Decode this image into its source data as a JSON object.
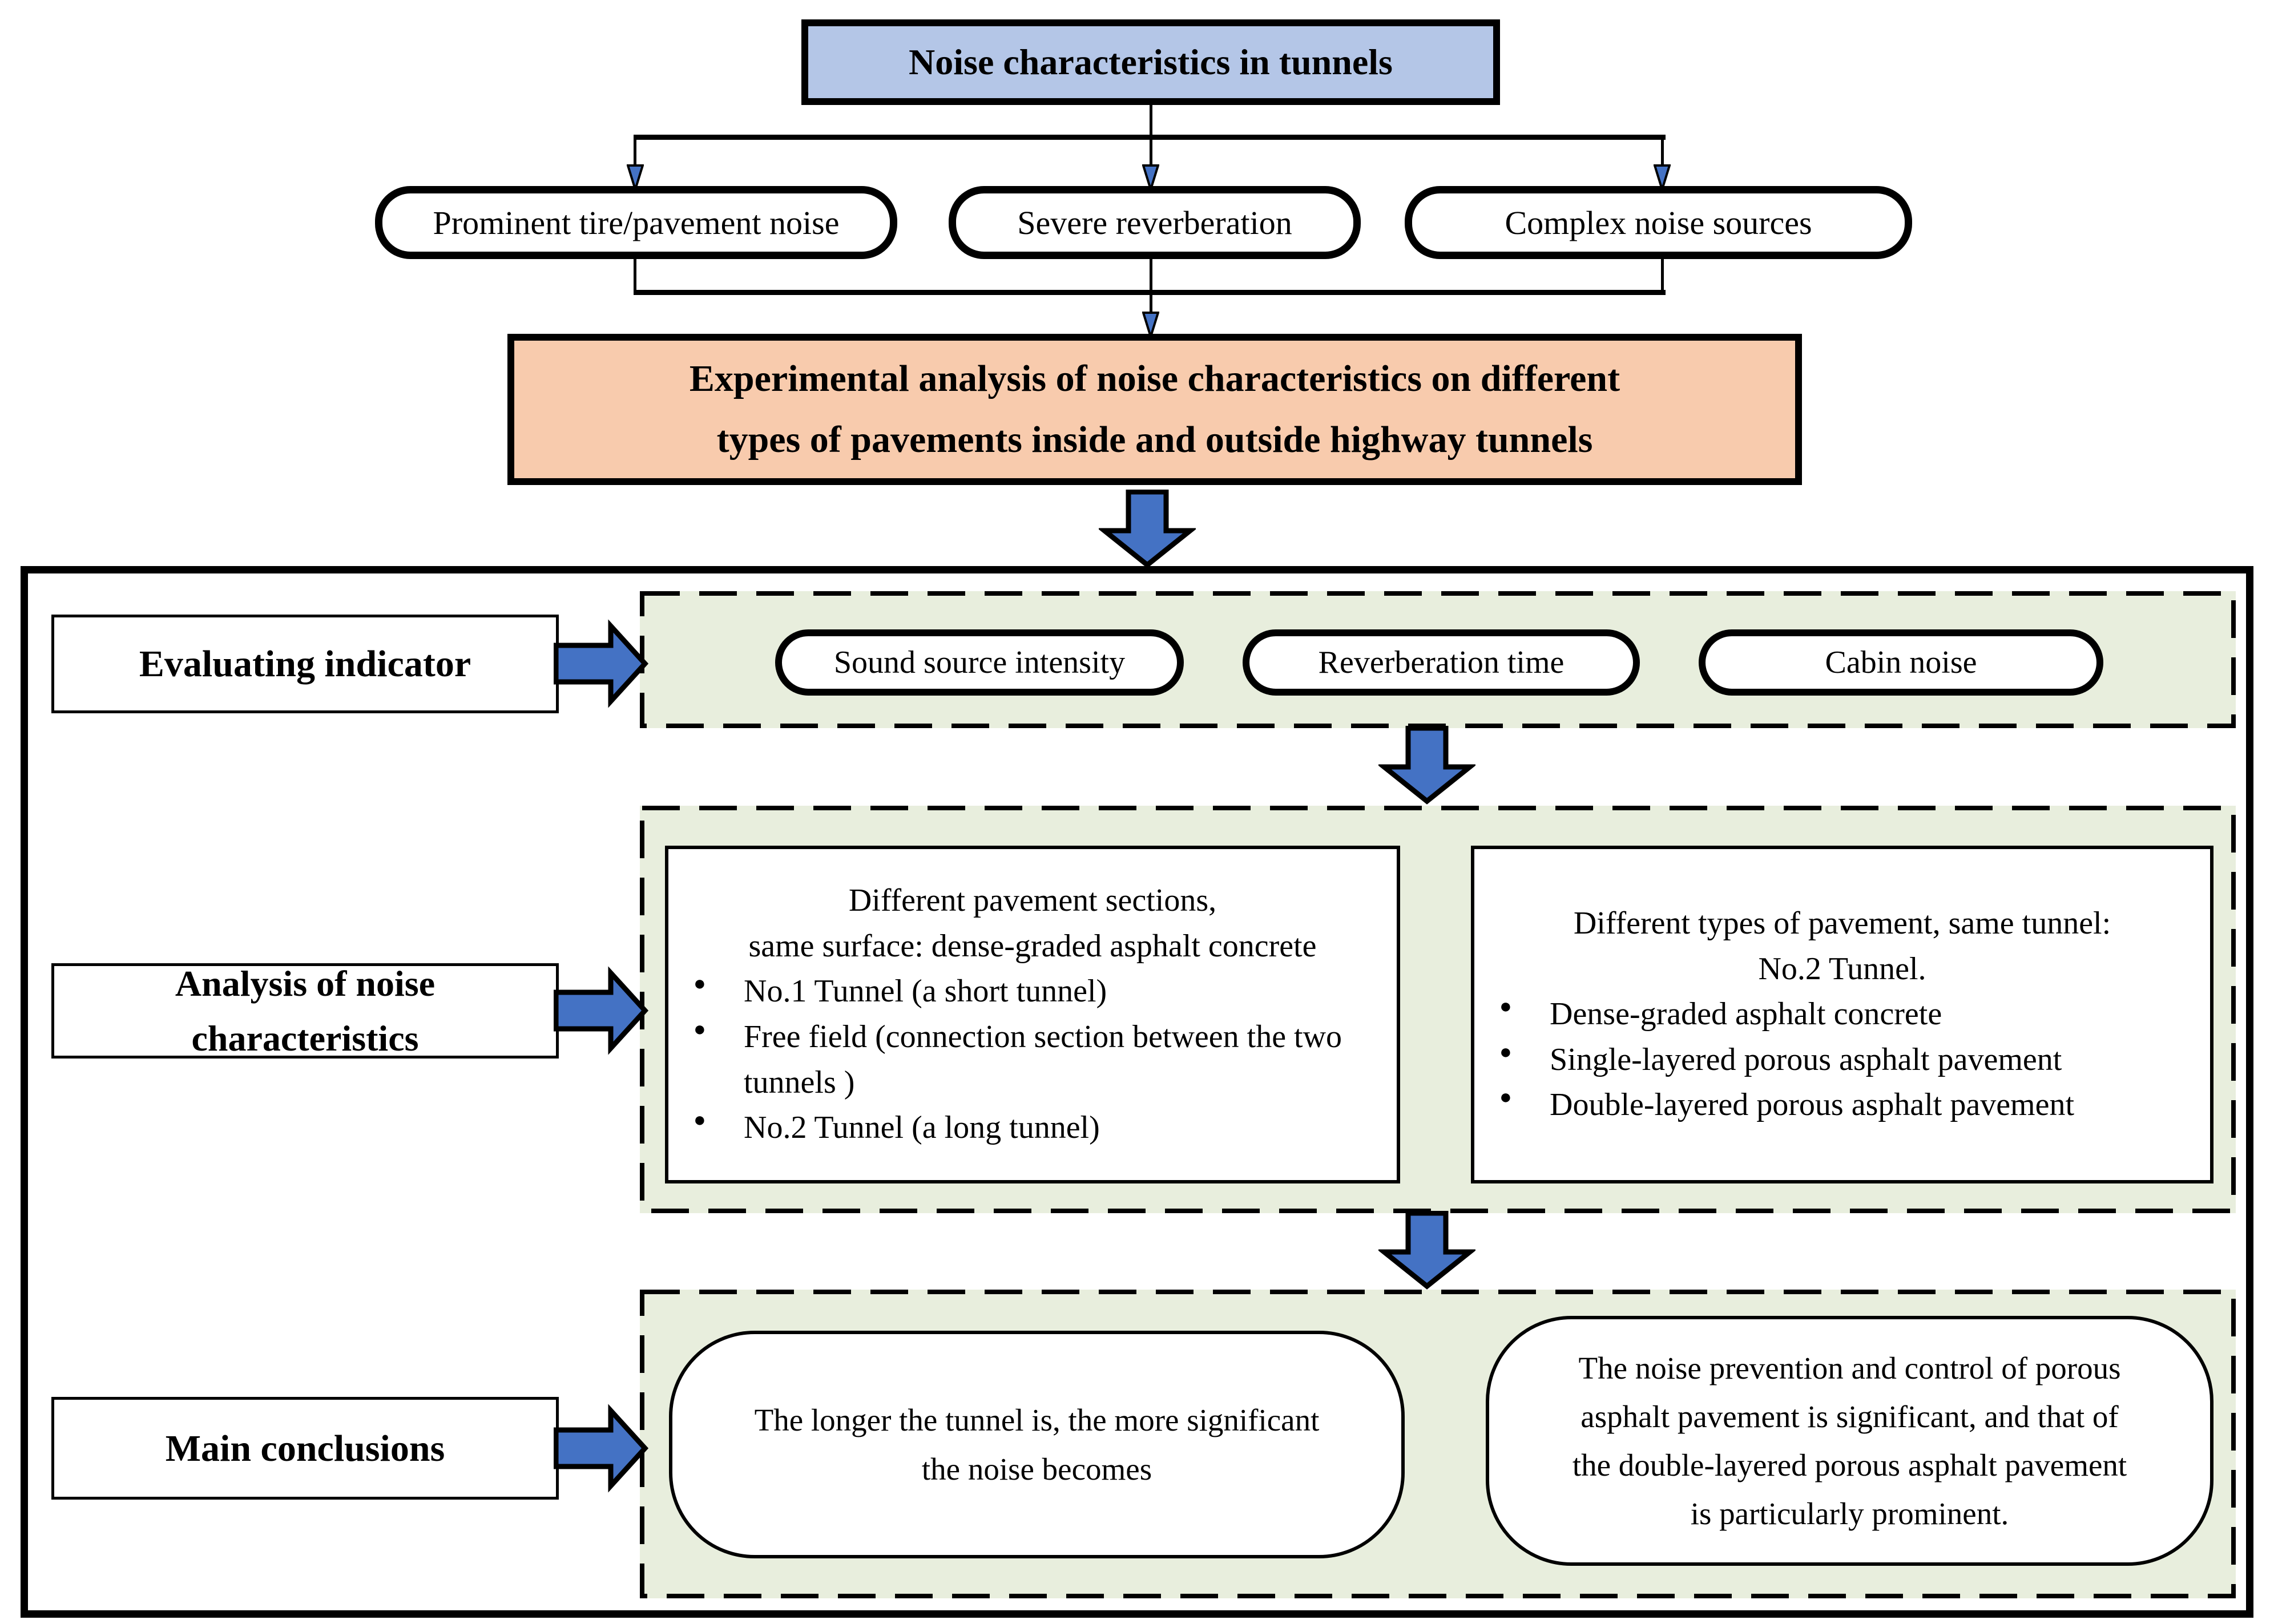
{
  "diagram": {
    "title_box": "Noise characteristics in tunnels",
    "characteristics": [
      "Prominent tire/pavement noise",
      "Severe reverberation",
      "Complex noise sources"
    ],
    "experiment_lines": [
      "Experimental analysis of noise characteristics on different",
      "types of pavements inside and outside highway tunnels"
    ],
    "evaluating": {
      "label": "Evaluating indicator",
      "indicators": [
        "Sound source intensity",
        "Reverberation time",
        "Cabin noise"
      ]
    },
    "analysis": {
      "label_lines": [
        "Analysis of noise",
        "characteristics"
      ],
      "left_box": {
        "heading_lines": [
          "Different pavement sections,",
          "same surface: dense-graded asphalt concrete"
        ],
        "bullets": [
          "No.1 Tunnel (a short tunnel)",
          "Free field (connection section between the two tunnels )",
          "No.2 Tunnel (a long tunnel)"
        ]
      },
      "right_box": {
        "heading_lines": [
          "Different types of pavement, same tunnel:",
          "No.2 Tunnel."
        ],
        "bullets": [
          "Dense-graded asphalt concrete",
          "Single-layered porous asphalt pavement",
          "Double-layered porous asphalt pavement"
        ]
      }
    },
    "conclusions": {
      "label": "Main conclusions",
      "left_lines": [
        "The longer the tunnel is, the more significant",
        "the noise becomes"
      ],
      "right_lines": [
        "The noise prevention and control of porous",
        "asphalt pavement is significant, and that of",
        "the double-layered porous asphalt pavement",
        "is particularly prominent."
      ]
    },
    "colors": {
      "title_fill": "#b4c6e7",
      "experiment_fill": "#f8cbad",
      "panel_fill": "#e8eedd",
      "arrow_fill": "#4472c4",
      "line_color": "#000000"
    }
  }
}
